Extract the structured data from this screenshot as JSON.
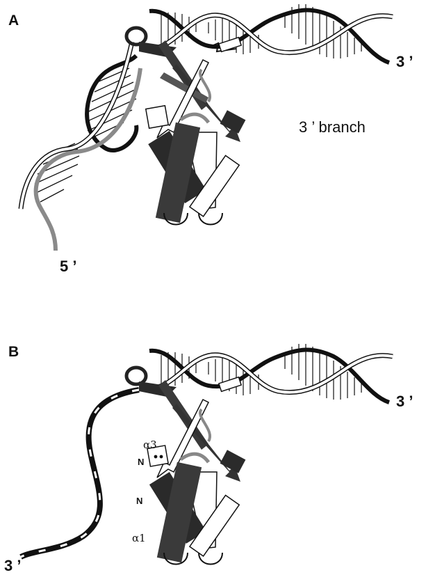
{
  "panel_a": {
    "label": "A",
    "end_right": "3 ’",
    "end_left": "5 ’",
    "branch_note": "3 ’ branch"
  },
  "panel_b": {
    "label": "B",
    "end_right": "3 ’",
    "end_left": "3 ’",
    "terminus_upper": "N",
    "terminus_lower": "N",
    "helix_upper": "α3",
    "helix_lower": "α1"
  },
  "colors": {
    "ink": "#111111",
    "dark_strand": "#2b2b2b",
    "mid_strand": "#7a7a7a",
    "light_strand": "#ffffff",
    "grey_ribbon": "#9a9a9a"
  }
}
